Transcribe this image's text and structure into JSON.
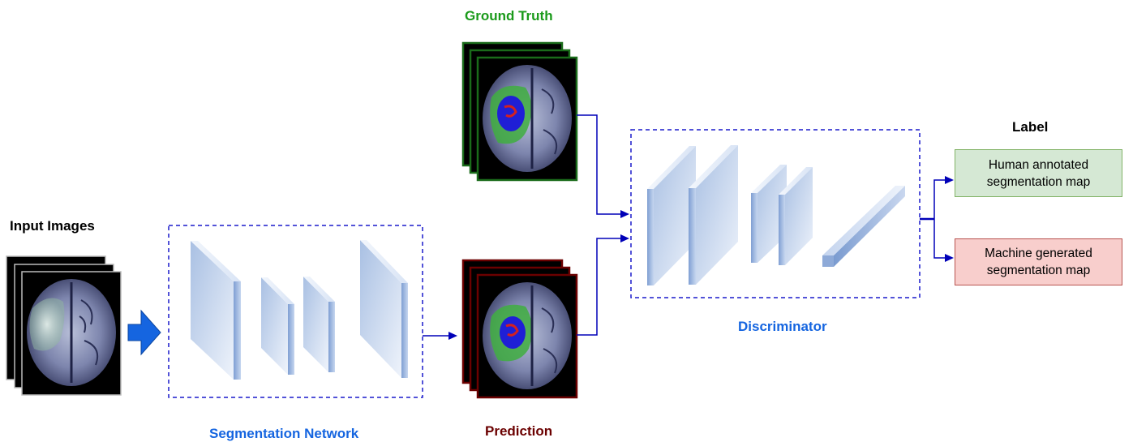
{
  "labels": {
    "input_images": "Input Images",
    "ground_truth": "Ground Truth",
    "prediction": "Prediction",
    "segmentation_network": "Segmentation Network",
    "discriminator": "Discriminator",
    "label": "Label"
  },
  "outputs": {
    "human": "Human annotated\nsegmentation map",
    "machine": "Machine generated\nsegmentation map"
  },
  "colors": {
    "network_blue": "#1565e0",
    "ground_truth_green": "#1a9a1a",
    "prediction_red": "#6b0000",
    "arrow": "#0000b8",
    "dashed_border": "#1a1acc",
    "human_box_fill": "#d5e8d4",
    "human_box_border": "#82b366",
    "machine_box_fill": "#f8cecc",
    "machine_box_border": "#b85450"
  }
}
